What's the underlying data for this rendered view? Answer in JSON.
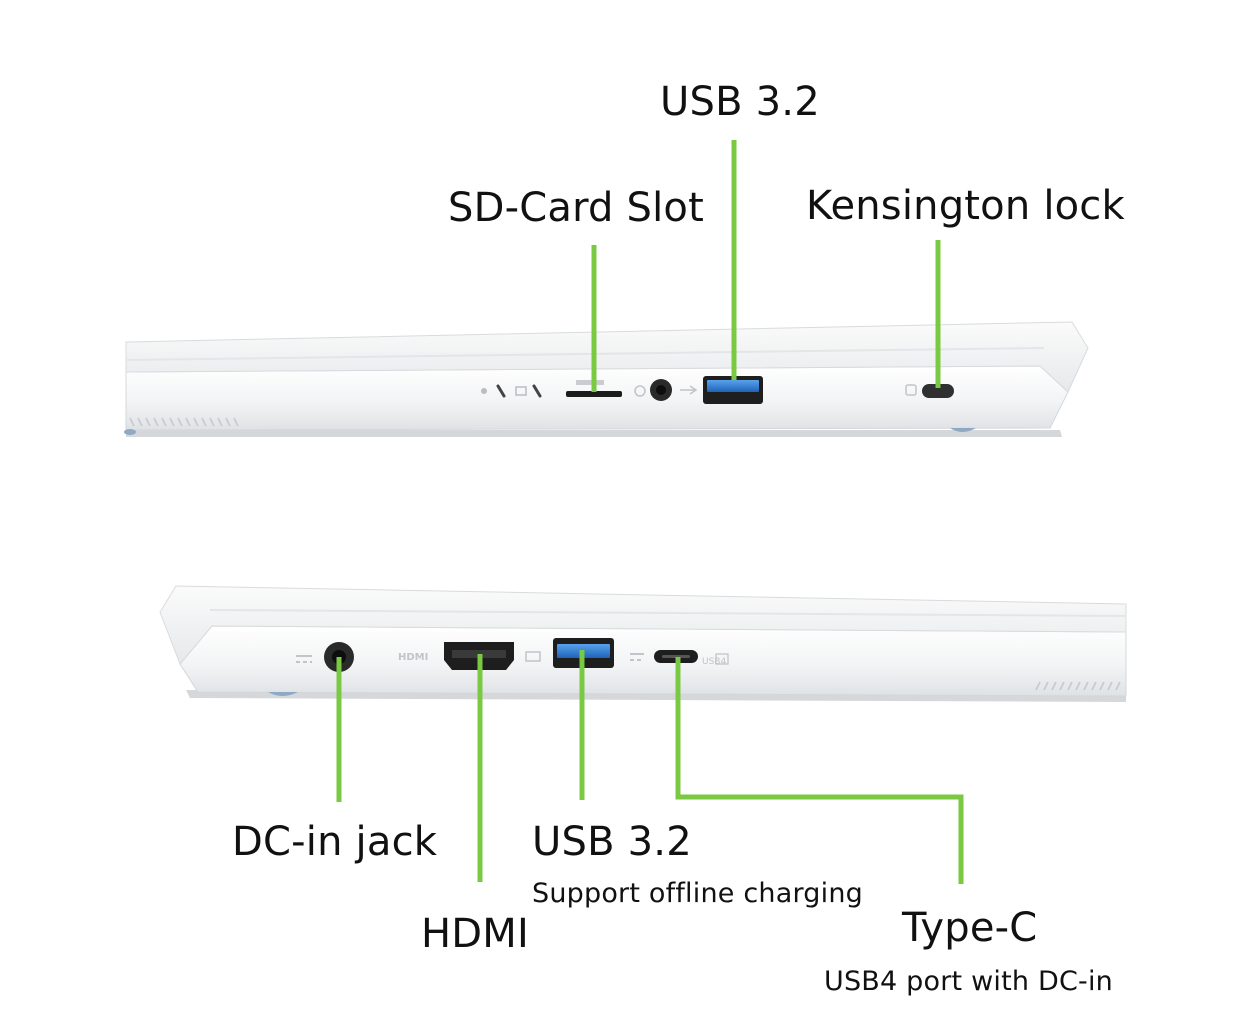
{
  "labels": {
    "usb_top": "USB 3.2",
    "sd_card": "SD-Card Slot",
    "kensington": "Kensington lock",
    "dc_in": "DC-in jack",
    "hdmi": "HDMI",
    "usb_bottom": "USB 3.2",
    "usb_bottom_sub": "Support offline charging",
    "type_c": "Type-C",
    "type_c_sub": "USB4 port with DC-in"
  },
  "device_markings": {
    "hdmi_text": "HDMI",
    "usb4_text": "USB4"
  },
  "colors": {
    "leader": "#7ac943",
    "usb_blue": "#2f7fd6",
    "chassis": "#f4f5f6",
    "chassis_shadow": "#c9ccd0",
    "foot": "#8fa9c4"
  }
}
